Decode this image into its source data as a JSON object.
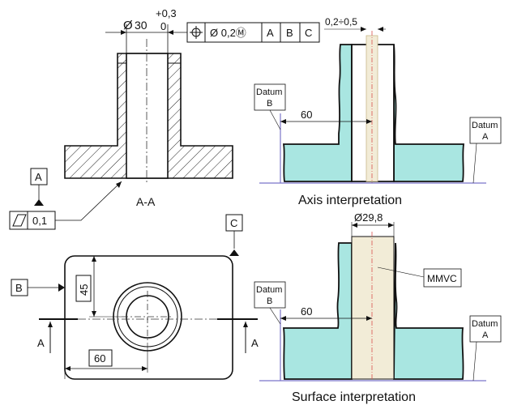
{
  "section_view": {
    "label": "A-A",
    "diameter_symbol": "Ø",
    "diameter_value": "30",
    "tolerance_upper": "+0,3",
    "tolerance_lower": "0",
    "feature_control_frame": [
      "⌖",
      "Ø 0,2Ⓜ",
      "A",
      "B",
      "C"
    ],
    "datum_a_label": "A",
    "flatness_symbol": "▱",
    "flatness_value": "0,1"
  },
  "top_view": {
    "datum_b_label": "B",
    "datum_c_label": "C",
    "dim_vertical": "45",
    "dim_horizontal": "60",
    "section_arrow_left": "A",
    "section_arrow_right": "A"
  },
  "axis_interpretation": {
    "tolerance_zone_label": "0,2÷0,5",
    "datum_b_line1": "Datum",
    "datum_b_line2": "B",
    "datum_a_line1": "Datum",
    "datum_a_line2": "A",
    "dim_60": "60",
    "caption": "Axis interpretation"
  },
  "surface_interpretation": {
    "diameter_label": "Ø29,8",
    "mmvc_label": "MMVC",
    "datum_b_line1": "Datum",
    "datum_b_line2": "B",
    "datum_a_line1": "Datum",
    "datum_a_line2": "A",
    "dim_60": "60",
    "caption": "Surface interpretation"
  },
  "colors": {
    "part_fill": "#a9e6e1",
    "zone_fill": "#f2ecd7",
    "datum_line": "#7b74c9",
    "centerline": "#d9534f",
    "ink": "#111111"
  }
}
